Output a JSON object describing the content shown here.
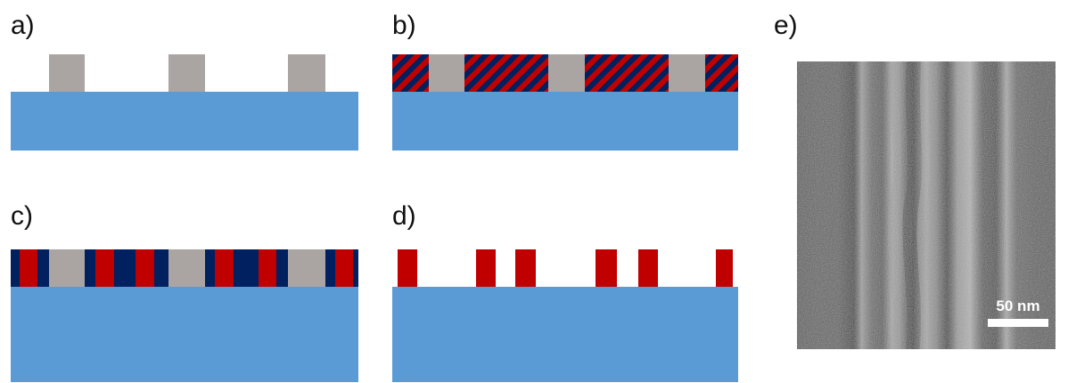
{
  "panels": {
    "a": {
      "label": "a)"
    },
    "b": {
      "label": "b)"
    },
    "c": {
      "label": "c)"
    },
    "d": {
      "label": "d)"
    },
    "e": {
      "label": "e)",
      "scale_bar": "50 nm"
    }
  },
  "colors": {
    "substrate": "#5b9bd5",
    "guide_pattern": "#aaa5a3",
    "block_red": "#c00000",
    "block_navy": "#002060",
    "sem_background": "#5c5c5c",
    "scale_bar": "#ffffff"
  }
}
